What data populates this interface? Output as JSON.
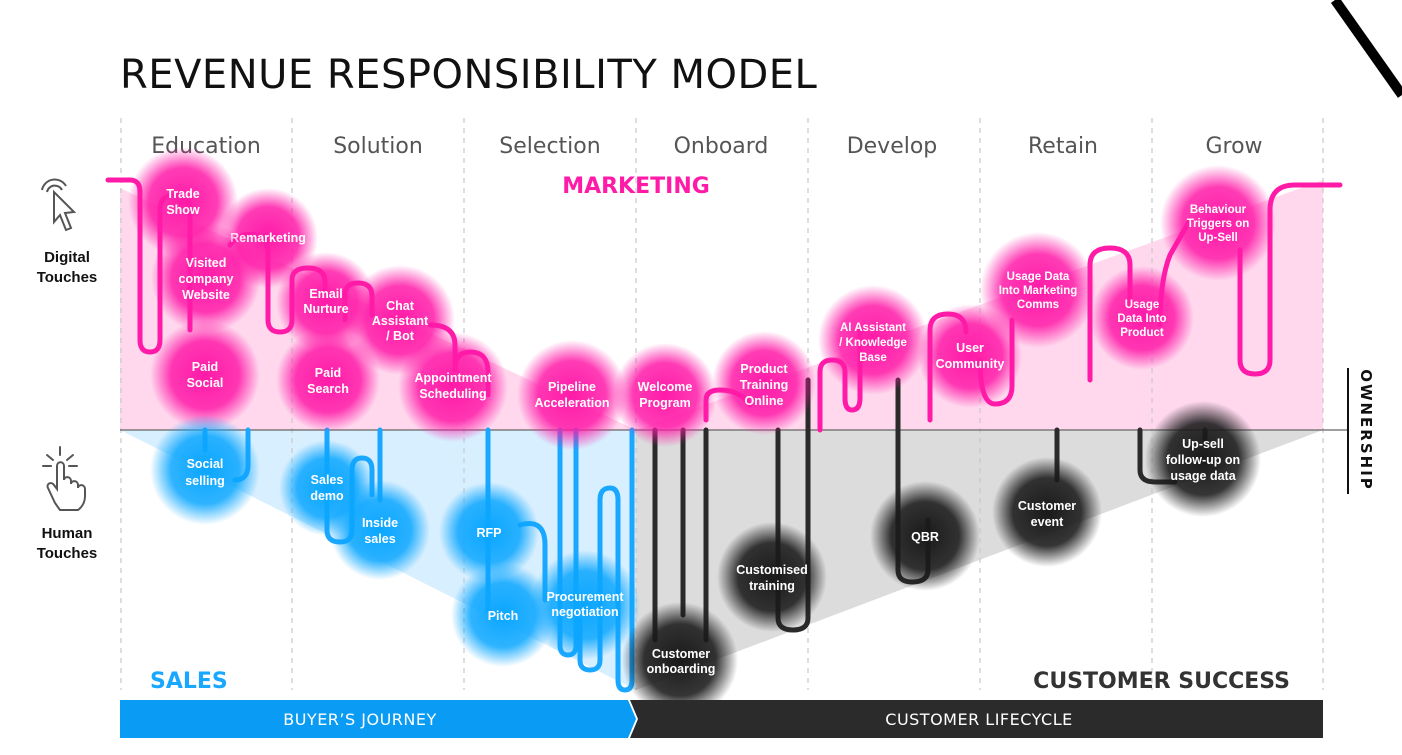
{
  "title": "REVENUE RESPONSIBILITY MODEL",
  "stages": [
    "Education",
    "Solution",
    "Selection",
    "Onboard",
    "Develop",
    "Retain",
    "Grow"
  ],
  "zones": {
    "marketing": "MARKETING",
    "sales": "SALES",
    "customer_success": "CUSTOMER SUCCESS"
  },
  "side_labels": {
    "digital": [
      "Digital",
      "Touches"
    ],
    "human": [
      "Human",
      "Touches"
    ],
    "ownership": "OWNERSHIP"
  },
  "bands": {
    "buyers_journey": "BUYER’S JOURNEY",
    "customer_lifecycle": "CUSTOMER LIFECYCLE"
  },
  "colors": {
    "marketing": "#ff1aa8",
    "sales": "#1aa7ff",
    "customer_success": "#222222",
    "band_blue": "#0a9cf5",
    "band_dark": "#2b2b2b"
  },
  "icons": {
    "digital": "click-pointer-icon",
    "human": "touch-hand-icon"
  },
  "nodes": {
    "trade_show": [
      "Trade",
      "Show"
    ],
    "remarketing": [
      "Remarketing"
    ],
    "visited_website": [
      "Visited",
      "company",
      "Website"
    ],
    "paid_social": [
      "Paid",
      "Social"
    ],
    "social_selling": [
      "Social",
      "selling"
    ],
    "email_nurture": [
      "Email",
      "Nurture"
    ],
    "paid_search": [
      "Paid",
      "Search"
    ],
    "sales_demo": [
      "Sales",
      "demo"
    ],
    "inside_sales": [
      "Inside",
      "sales"
    ],
    "chat_assistant": [
      "Chat",
      "Assistant",
      "/ Bot"
    ],
    "appointment_scheduling": [
      "Appointment",
      "Scheduling"
    ],
    "rfp": [
      "RFP"
    ],
    "pitch": [
      "Pitch"
    ],
    "pipeline_acceleration": [
      "Pipeline",
      "Acceleration"
    ],
    "procurement": [
      "Procurement",
      "negotiation"
    ],
    "welcome_program": [
      "Welcome",
      "Program"
    ],
    "customer_onboarding": [
      "Customer",
      "onboarding"
    ],
    "product_training": [
      "Product",
      "Training",
      "Online"
    ],
    "customised_training": [
      "Customised",
      "training"
    ],
    "ai_assistant": [
      "AI Assistant",
      "/ Knowledge",
      "Base"
    ],
    "qbr": [
      "QBR"
    ],
    "user_community": [
      "User",
      "Community"
    ],
    "usage_marketing": [
      "Usage Data",
      "Into Marketing",
      "Comms"
    ],
    "customer_event": [
      "Customer",
      "event"
    ],
    "usage_product": [
      "Usage",
      "Data Into",
      "Product"
    ],
    "behaviour_triggers": [
      "Behaviour",
      "Triggers on",
      "Up-Sell"
    ],
    "upsell_followup": [
      "Up-sell",
      "follow-up on",
      "usage data"
    ]
  }
}
